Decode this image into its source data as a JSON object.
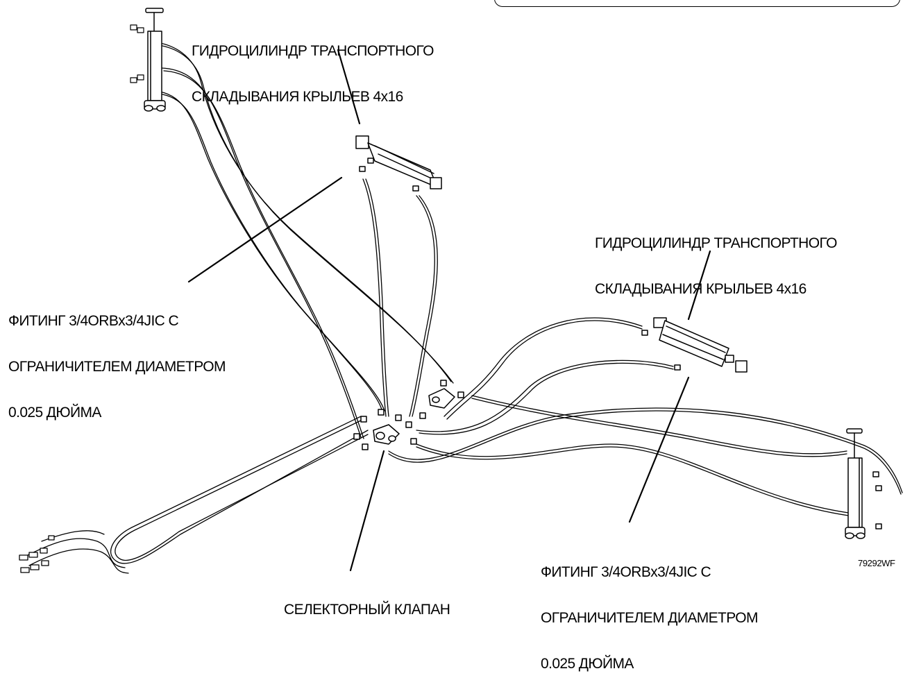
{
  "labels": {
    "cylinder_top": {
      "line1": "ГИДРОЦИЛИНДР ТРАНСПОРТНОГО",
      "line2": "СКЛАДЫВАНИЯ КРЫЛЬЕВ 4x16"
    },
    "cylinder_right": {
      "line1": "ГИДРОЦИЛИНДР ТРАНСПОРТНОГО",
      "line2": "СКЛАДЫВАНИЯ КРЫЛЬЕВ 4x16"
    },
    "fitting_left": {
      "line1": "ФИТИНГ 3/4ORBx3/4JIC С",
      "line2": "ОГРАНИЧИТЕЛЕМ ДИАМЕТРОМ",
      "line3": "0.025 ДЮЙМА"
    },
    "fitting_right": {
      "line1": "ФИТИНГ 3/4ORBx3/4JIC С",
      "line2": "ОГРАНИЧИТЕЛЕМ ДИАМЕТРОМ",
      "line3": "0.025 ДЮЙМА"
    },
    "selector_valve": "СЕЛЕКТОРНЫЙ КЛАПАН",
    "figure_code": "79292WF"
  },
  "colors": {
    "line": "#000000",
    "background": "#ffffff"
  }
}
